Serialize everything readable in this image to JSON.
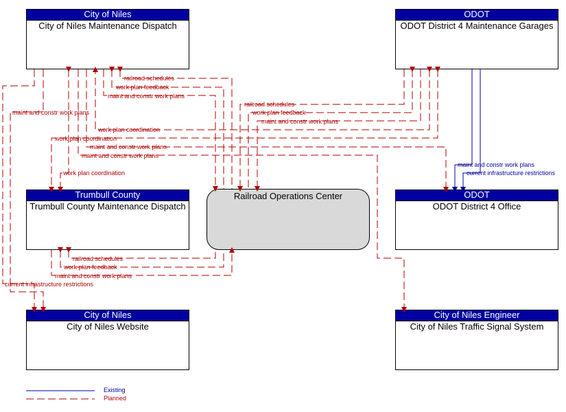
{
  "nodes": {
    "niles_maint": {
      "owner": "City of Niles",
      "name": "City of Niles Maintenance Dispatch"
    },
    "odot_garages": {
      "owner": "ODOT",
      "name": "ODOT District 4 Maintenance Garages"
    },
    "trumbull": {
      "owner": "Trumbull County",
      "name": "Trumbull County Maintenance Dispatch"
    },
    "railroad": {
      "name": "Railroad Operations Center"
    },
    "odot_office": {
      "owner": "ODOT",
      "name": "ODOT District 4 Office"
    },
    "niles_web": {
      "owner": "City of Niles",
      "name": "City of Niles Website"
    },
    "traffic": {
      "owner": "City of Niles Engineer",
      "name": "City of Niles Traffic Signal System"
    }
  },
  "flows": {
    "f1": "railroad schedules",
    "f2": "work plan feedback",
    "f3": "maint and constr work plans",
    "f4": "maint and constr work plans",
    "f5": "railroad schedules",
    "f6": "work plan feedback",
    "f7": "maint and constr work plans",
    "f8": "work plan coordination",
    "f9": "work plan coordination",
    "f10": "maint and constr work plans",
    "f11": "maint and constr work plans",
    "f12": "work plan coordination",
    "f13": "maint and constr work plans",
    "f14": "current infrastructure restrictions",
    "f15": "railroad schedules",
    "f16": "work plan feedback",
    "f17": "maint and constr work plans",
    "f18": "current infrastructure restrictions"
  },
  "legend": {
    "existing": "Existing",
    "planned": "Planned"
  },
  "colors": {
    "header": "#0000a0",
    "existing": "#0000a0",
    "planned": "#b00000",
    "railroad_fill": "#d9d9d9"
  }
}
